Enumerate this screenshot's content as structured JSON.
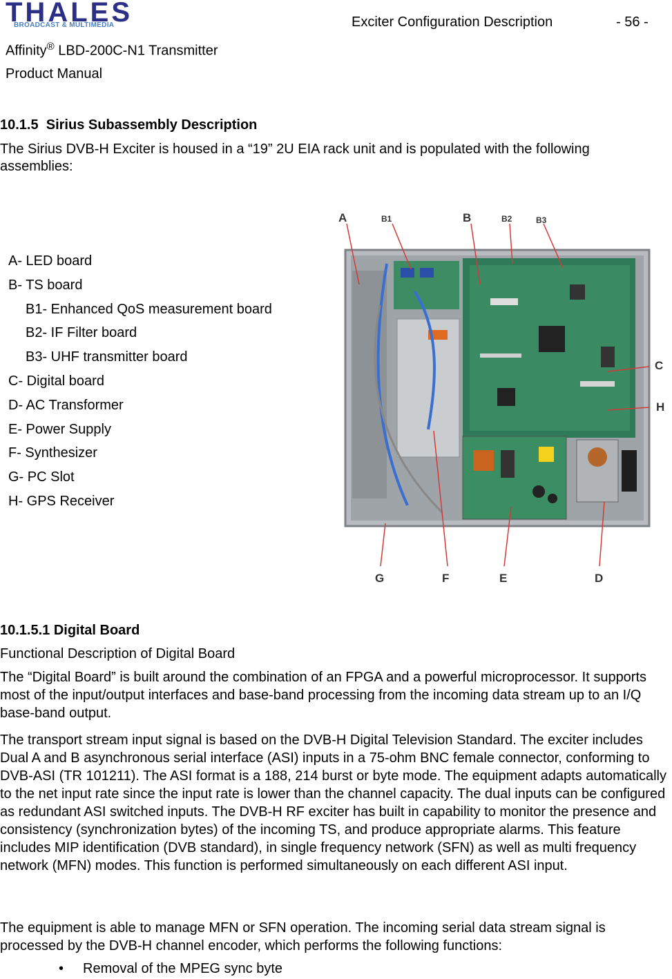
{
  "header": {
    "logo_text": "THALES",
    "logo_subtext": "BROADCAST & MULTIMEDIA",
    "doc_title": "Exciter Configuration Description",
    "page_number": "- 56 -",
    "product_prefix": "Affinity",
    "product_reg": "®",
    "product_suffix": " LBD-200C-N1 Transmitter",
    "manual": "Product Manual"
  },
  "section": {
    "number": "10.1.5",
    "title": "Sirius Subassembly Description",
    "intro": "The Sirius DVB-H Exciter is housed in a “19” 2U EIA rack unit and is populated with the following assemblies:"
  },
  "legend": [
    "A- LED board",
    "B- TS board",
    "B1- Enhanced QoS measurement board",
    "B2- IF Filter board",
    "B3- UHF transmitter board",
    "C- Digital board",
    "D- AC Transformer",
    "E- Power Supply",
    "F- Synthesizer",
    "G- PC Slot",
    "H- GPS Receiver"
  ],
  "figure": {
    "callouts": [
      "A",
      "B1",
      "B",
      "B2",
      "B3",
      "C",
      "H",
      "G",
      "F",
      "E",
      "D"
    ]
  },
  "subsection": {
    "title": "10.1.5.1 Digital Board",
    "subtitle": "Functional Description of Digital Board",
    "paragraphs": [
      "The “Digital Board” is built around the combination of an FPGA and a powerful microprocessor. It supports most of the input/output interfaces and base-band processing from the incoming data stream up to an I/Q base-band output.",
      "The transport stream input signal is based on the DVB-H Digital Television Standard. The exciter includes Dual A and B asynchronous serial interface (ASI) inputs in a 75-ohm BNC female connector, conforming to DVB-ASI (TR 101211). The ASI format is a 188, 214 burst or byte mode. The equipment adapts automatically to the net input rate since the input rate is lower than the channel capacity. The dual inputs can be configured as redundant ASI switched inputs. The DVB-H RF exciter has built in capability to monitor the presence and consistency (synchronization bytes) of the incoming TS, and produce appropriate alarms. This feature includes MIP identification (DVB standard), in single frequency network (SFN) as well as multi frequency network (MFN) modes. This function is performed simultaneously on each different ASI input.",
      "The equipment is able to manage MFN or SFN operation. The incoming serial data stream signal is processed by the DVB-H channel encoder, which performs the following functions:"
    ],
    "bullet_symbol": "•",
    "bullets": [
      "Removal of the MPEG sync byte"
    ]
  }
}
